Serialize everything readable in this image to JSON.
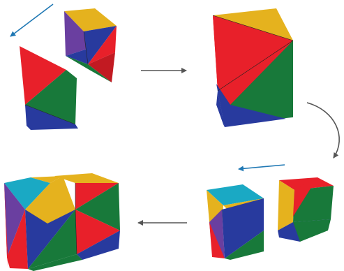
{
  "colors": {
    "red": "#e8202a",
    "yellow": "#e5b21e",
    "green": "#18793a",
    "blue": "#283a9e",
    "purple": "#6a3fa0",
    "cyan": "#1aa9c4",
    "arrow_gray": "#555555",
    "arrow_blue": "#1f78b4"
  },
  "figure": {
    "steps": [
      {
        "id": "pieces-apart-top",
        "pieces": 2
      },
      {
        "id": "pieces-joined-top",
        "pieces": 1
      },
      {
        "id": "pieces-apart-bottom",
        "pieces": 2
      },
      {
        "id": "pieces-joined-bottom",
        "pieces": 1
      }
    ],
    "arrows": [
      {
        "id": "slide-arrow-top",
        "color": "blue"
      },
      {
        "id": "right-arrow",
        "color": "gray"
      },
      {
        "id": "curved-arrow",
        "color": "gray"
      },
      {
        "id": "slide-arrow-bottom",
        "color": "blue"
      },
      {
        "id": "left-arrow",
        "color": "gray"
      }
    ]
  }
}
